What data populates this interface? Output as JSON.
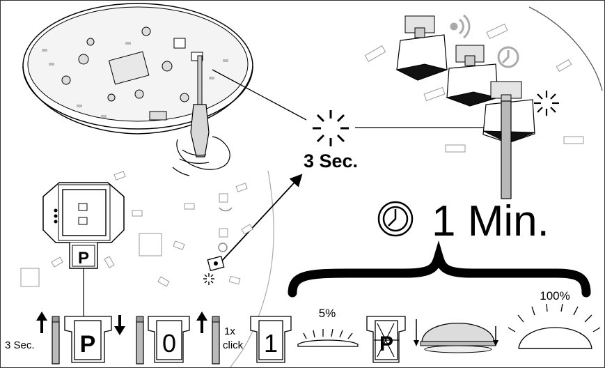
{
  "diagram": {
    "hold_label": "3 Sec.",
    "duration_label": "1 Min.",
    "step_hold_label": "3 Sec.",
    "click_label_1": "1x",
    "click_label_2": "click",
    "key_p": "P",
    "key_0": "0",
    "key_1": "1",
    "dim_level": "5%",
    "full_level": "100%"
  },
  "colors": {
    "line": "#000000",
    "light_fill": "#dcdcdc",
    "mid_fill": "#bdbdbd",
    "rod_fill": "#b8b8b8"
  }
}
